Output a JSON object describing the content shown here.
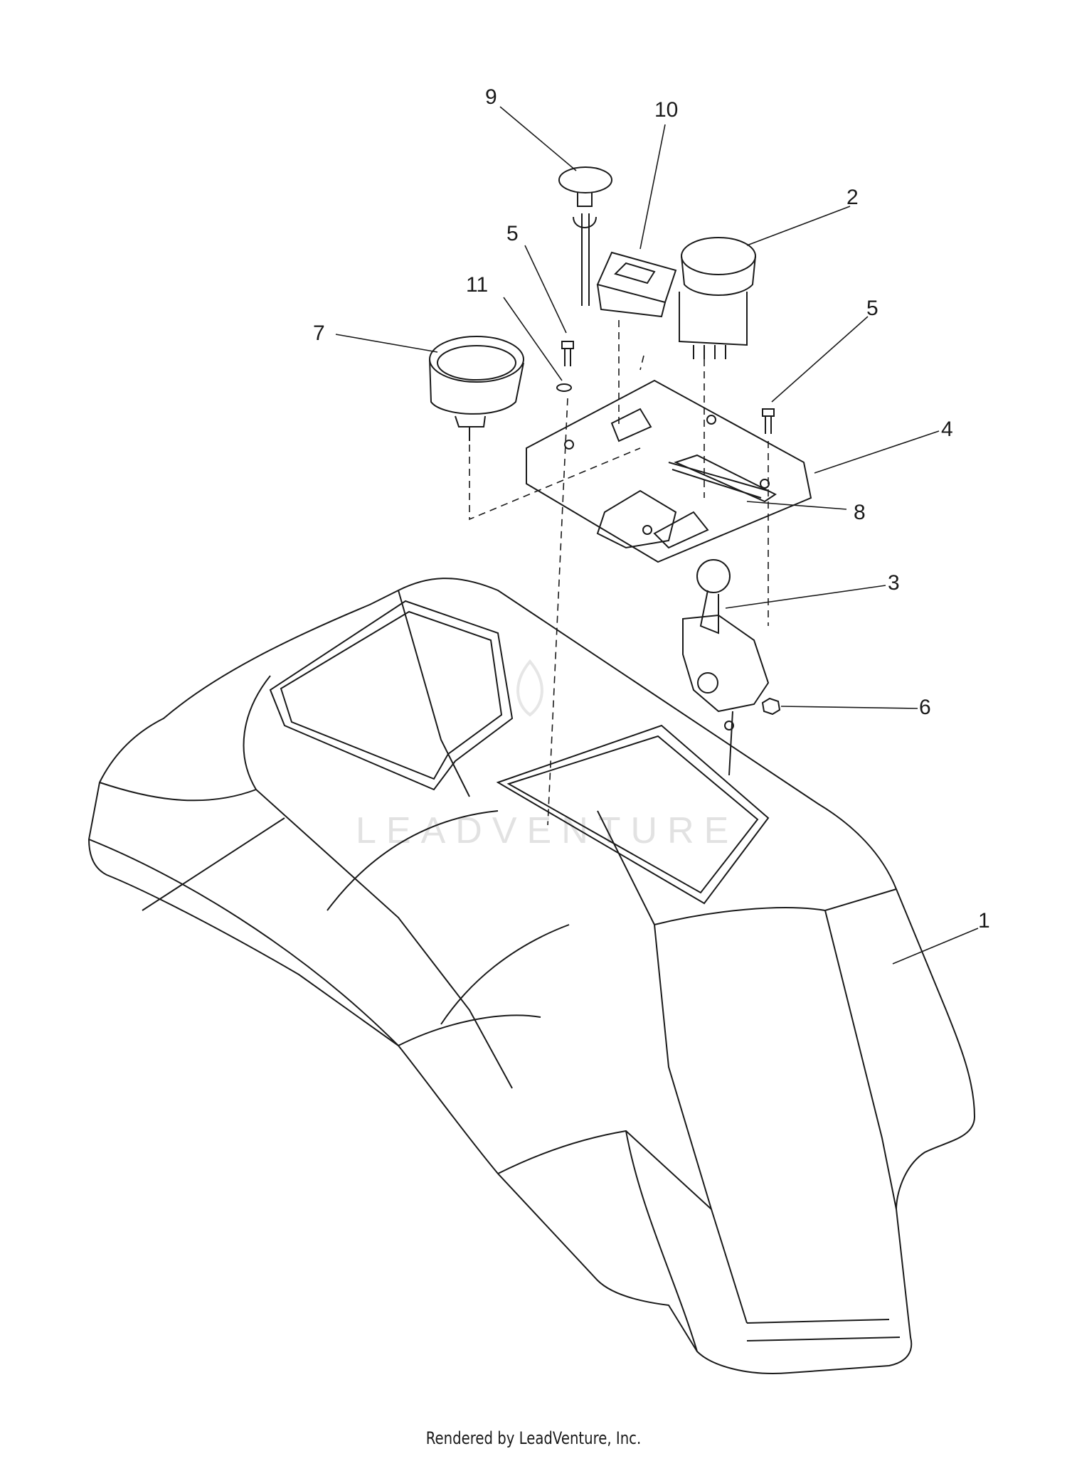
{
  "diagram": {
    "callouts": [
      {
        "id": "1",
        "label": "1"
      },
      {
        "id": "2",
        "label": "2"
      },
      {
        "id": "3",
        "label": "3"
      },
      {
        "id": "4",
        "label": "4"
      },
      {
        "id": "5a",
        "label": "5"
      },
      {
        "id": "5b",
        "label": "5"
      },
      {
        "id": "6",
        "label": "6"
      },
      {
        "id": "7",
        "label": "7"
      },
      {
        "id": "8",
        "label": "8"
      },
      {
        "id": "9",
        "label": "9"
      },
      {
        "id": "10",
        "label": "10"
      },
      {
        "id": "11",
        "label": "11"
      }
    ],
    "watermark": "LEADVENTURE"
  },
  "footer": {
    "text": "Rendered by LeadVenture, Inc."
  },
  "colors": {
    "line": "#1a1a1a",
    "watermark": "#e2e2e2",
    "background": "#ffffff"
  }
}
